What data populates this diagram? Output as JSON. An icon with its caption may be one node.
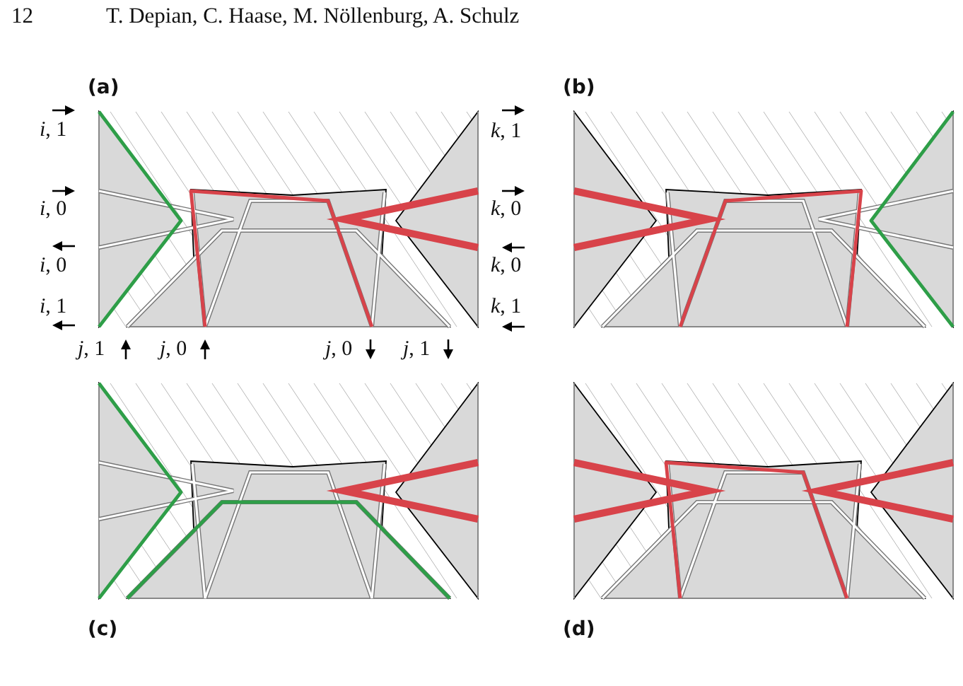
{
  "diagram": {
    "labels": [
      "12",
      "T. Depian, C. Haase, M. Nöllenburg, A. Schulz",
      "(a)",
      "(b)",
      "*i*, 1",
      "*k*, 1",
      "*i*, 0",
      "*k*, 0",
      "*i*, 0",
      "*k*, 0",
      "*i*, 1",
      "*k*, 1",
      "*j*, 1",
      "*j*, 0",
      "*j*, 0",
      "*j*, 1",
      "(c)",
      "(d)"
    ]
  }
}
